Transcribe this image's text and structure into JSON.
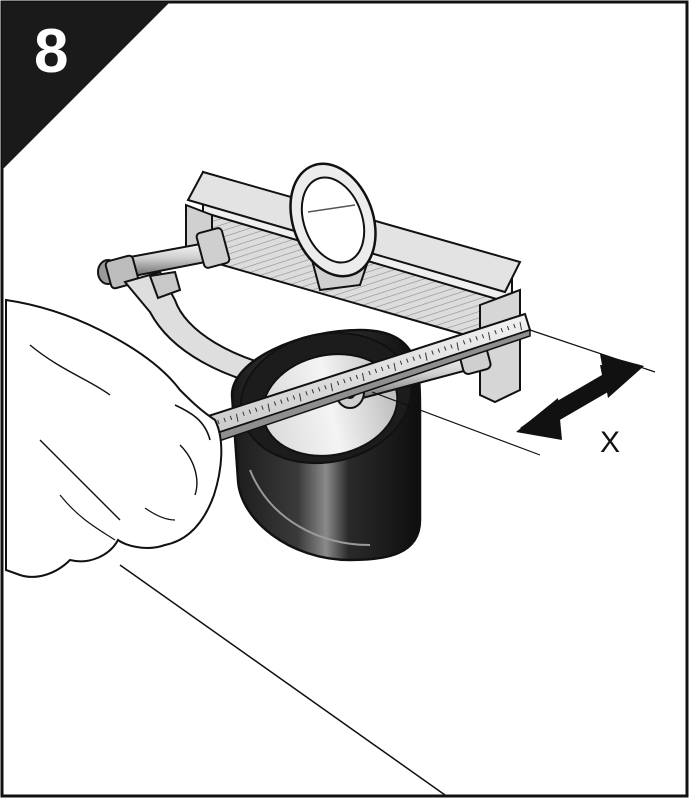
{
  "step": {
    "number": "8"
  },
  "dimension": {
    "label": "X"
  },
  "colors": {
    "ink": "#111111",
    "background": "#ffffff",
    "badge": "#1a1a1a",
    "steel_light": "#e6e6e6",
    "steel_mid": "#bdbdbd",
    "steel_dark": "#7a7a7a",
    "ring_dark": "#151515"
  },
  "icons": {
    "step_badge": "step-number-badge",
    "double_arrow": "double-headed-arrow-icon",
    "hand": "hand-illustration"
  }
}
